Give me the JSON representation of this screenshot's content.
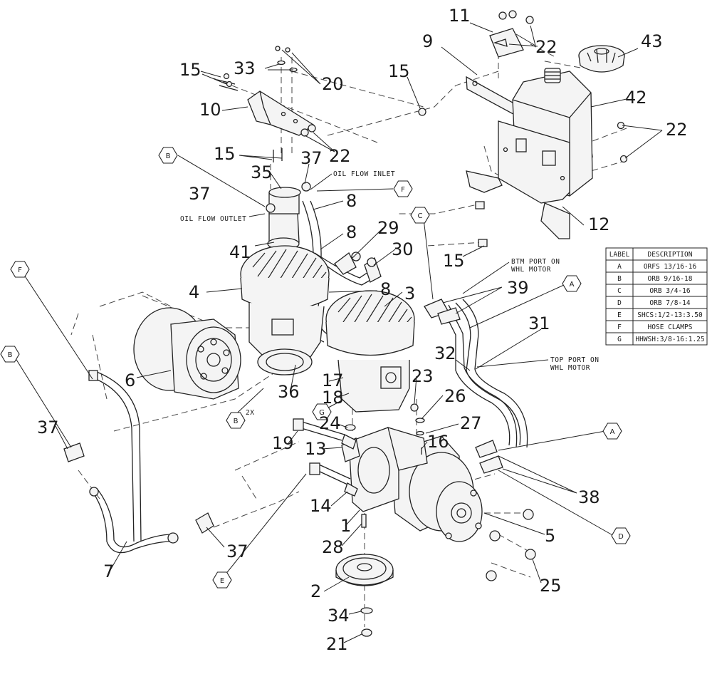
{
  "callouts": [
    {
      "text": "11"
    },
    {
      "text": "22"
    },
    {
      "text": "43"
    },
    {
      "text": "9"
    },
    {
      "text": "42"
    },
    {
      "text": "15"
    },
    {
      "text": "33"
    },
    {
      "text": "20"
    },
    {
      "text": "15"
    },
    {
      "text": "10"
    },
    {
      "text": "22"
    },
    {
      "text": "22"
    },
    {
      "text": "15"
    },
    {
      "text": "37"
    },
    {
      "text": "35"
    },
    {
      "text": "37"
    },
    {
      "text": "8"
    },
    {
      "text": "12"
    },
    {
      "text": "8"
    },
    {
      "text": "29"
    },
    {
      "text": "30"
    },
    {
      "text": "41"
    },
    {
      "text": "15"
    },
    {
      "text": "4"
    },
    {
      "text": "8"
    },
    {
      "text": "3"
    },
    {
      "text": "39"
    },
    {
      "text": "31"
    },
    {
      "text": "32"
    },
    {
      "text": "6"
    },
    {
      "text": "17"
    },
    {
      "text": "36"
    },
    {
      "text": "18"
    },
    {
      "text": "23"
    },
    {
      "text": "26"
    },
    {
      "text": "27"
    },
    {
      "text": "24"
    },
    {
      "text": "19"
    },
    {
      "text": "13"
    },
    {
      "text": "16"
    },
    {
      "text": "37"
    },
    {
      "text": "14"
    },
    {
      "text": "38"
    },
    {
      "text": "1"
    },
    {
      "text": "28"
    },
    {
      "text": "5"
    },
    {
      "text": "7"
    },
    {
      "text": "37"
    },
    {
      "text": "2"
    },
    {
      "text": "25"
    },
    {
      "text": "34"
    },
    {
      "text": "21"
    }
  ],
  "hex_labels": [
    {
      "text": "B"
    },
    {
      "text": "F"
    },
    {
      "text": "C"
    },
    {
      "text": "F"
    },
    {
      "text": "B"
    },
    {
      "text": "A"
    },
    {
      "text": "G"
    },
    {
      "text": "B"
    },
    {
      "text": "A"
    },
    {
      "text": "D"
    },
    {
      "text": "E"
    }
  ],
  "notes": {
    "oil_flow_inlet": "OIL FLOW INLET",
    "oil_flow_outlet": "OIL FLOW OUTLET",
    "btm_port_line1": "BTM PORT ON",
    "btm_port_line2": "WHL MOTOR",
    "top_port_line1": "TOP PORT ON",
    "top_port_line2": "WHL MOTOR",
    "qty_2x": "2X"
  },
  "legend": {
    "header_label": "LABEL",
    "header_description": "DESCRIPTION",
    "rows": [
      {
        "label": "A",
        "description": "ORFS 13/16-16"
      },
      {
        "label": "B",
        "description": "ORB 9/16-18"
      },
      {
        "label": "C",
        "description": "ORB 3/4-16"
      },
      {
        "label": "D",
        "description": "ORB 7/8-14"
      },
      {
        "label": "E",
        "description": "SHCS:1/2-13:3.50"
      },
      {
        "label": "F",
        "description": "HOSE CLAMPS"
      },
      {
        "label": "G",
        "description": "HHWSH:3/8-16:1.25"
      }
    ]
  }
}
